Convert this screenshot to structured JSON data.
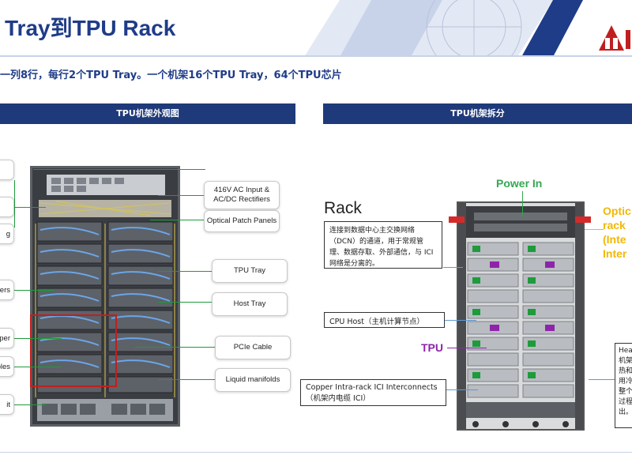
{
  "header": {
    "title": "Tray到TPU Rack",
    "subtitle": "一列8行，每行2个TPU Tray。一个机架16个TPU Tray，64个TPU芯片"
  },
  "left_panel": {
    "heading": "TPU机架外观图",
    "right_labels": [
      "416V AC Input & AC/DC Rectifiers",
      "Optical Patch Panels",
      "TPU Tray",
      "Host Tray",
      "PCIe Cable",
      "Liquid manifolds"
    ],
    "left_labels": [
      "",
      "",
      "g",
      "ers",
      "per",
      "bles",
      "it"
    ]
  },
  "right_panel": {
    "heading": "TPU机架拆分",
    "rack_title": "Rack",
    "rack_desc": "连接到数据中心主交换网络（DCN）的通道，用于常规管理、数据存取、外部通信，与 ICI 网络是分离的。",
    "power_in": "Power In",
    "optic": "Optic\nrack\n(Inte\nInter",
    "cpu_host": "CPU Host（主机计算节点）",
    "tpu": "TPU",
    "copper_line1": "Copper Intra-rack ICI Interconnects",
    "copper_line2": "（机架内电缆 ICI）",
    "heat": "Hea\n机架\n热和\n用冷\n整个\n过程\n出。"
  },
  "colors": {
    "brand_blue": "#1f3c88",
    "bar_blue": "#1f3a7a",
    "connector_green": "#1e9b3b",
    "highlight_red": "#c01f1f",
    "power_green": "#34a853",
    "optic_yellow": "#f2b705",
    "tpu_purple": "#8e24aa"
  }
}
